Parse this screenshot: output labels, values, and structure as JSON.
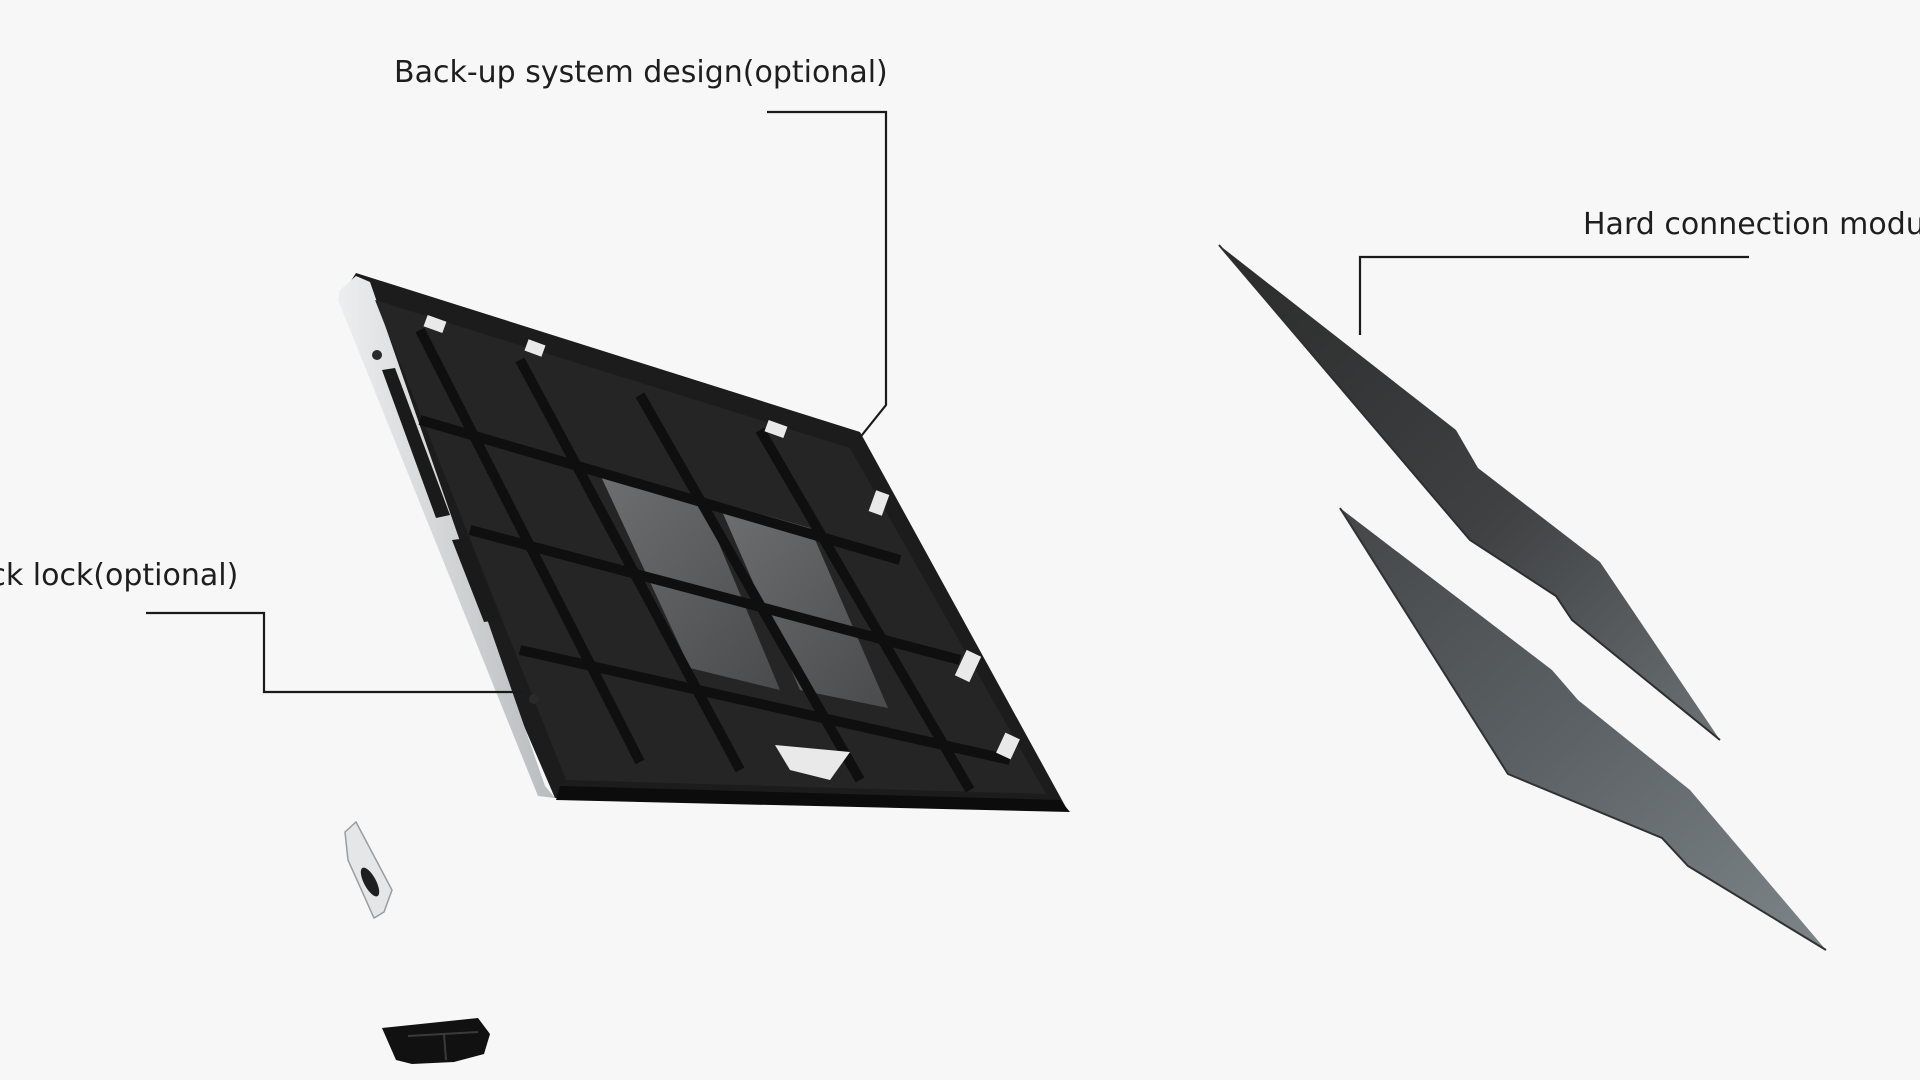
{
  "callouts": {
    "backup": {
      "label": "Back-up system design(optional)"
    },
    "hard_connection": {
      "label": "Hard connection modu"
    },
    "quick_lock": {
      "label": "uick lock(optional)"
    }
  },
  "colors": {
    "background": "#f7f7f7",
    "cabinet_frame": "#1c1c1c",
    "cabinet_edge": "#d8dadc",
    "panel_dark": "#3a3a3a",
    "panel_light": "#5a6064",
    "leader_line": "#1a1a1a"
  }
}
